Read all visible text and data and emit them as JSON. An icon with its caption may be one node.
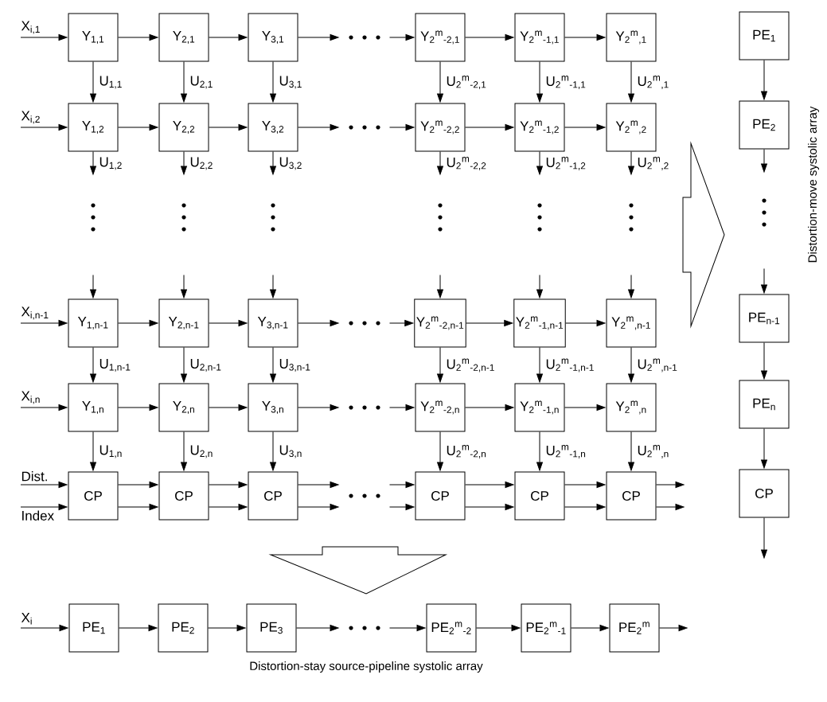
{
  "diagram": {
    "nodes": [
      {
        "text": [
          "X$_{i,1}$"
        ]
      },
      {
        "text": [
          "Y$_{1,1}$"
        ]
      },
      {
        "text": [
          "Y$_{2,1}$"
        ]
      },
      {
        "text": [
          "Y$_{3,1}$"
        ]
      },
      {
        "text": [
          "Y$_{2}$$^{m}$$_{-2,1}$"
        ]
      },
      {
        "text": [
          "Y$_{2}$$^{m}$$_{-1,1}$"
        ]
      },
      {
        "text": [
          "Y$_{2}$$^{m}$$_{,1}$"
        ]
      },
      {
        "text": [
          "X$_{i,2}$"
        ]
      },
      {
        "text": [
          "Y$_{1,2}$"
        ]
      },
      {
        "text": [
          "Y$_{2,2}$"
        ]
      },
      {
        "text": [
          "Y$_{3,2}$"
        ]
      },
      {
        "text": [
          "Y$_{2}$$^{m}$$_{-2,2}$"
        ]
      },
      {
        "text": [
          "Y$_{2}$$^{m}$$_{-1,2}$"
        ]
      },
      {
        "text": [
          "Y$_{2}$$^{m}$$_{,2}$"
        ]
      },
      {
        "text": [
          "X$_{i,n-1}$"
        ]
      },
      {
        "text": [
          "Y$_{1,n-1}$"
        ]
      },
      {
        "text": [
          "Y$_{2,n-1}$"
        ]
      },
      {
        "text": [
          "Y$_{3,n-1}$"
        ]
      },
      {
        "text": [
          "Y$_{2}$$^{m}$$_{-2,n-1}$"
        ]
      },
      {
        "text": [
          "Y$_{2}$$^{m}$$_{-1,n-1}$"
        ]
      },
      {
        "text": [
          "Y$_{2}$$^{m}$$_{,n-1}$"
        ]
      },
      {
        "text": [
          "X$_{i,n}$"
        ]
      },
      {
        "text": [
          "Y$_{1,n}$"
        ]
      },
      {
        "text": [
          "Y$_{2,n}$"
        ]
      },
      {
        "text": [
          "Y$_{3,n}$"
        ]
      },
      {
        "text": [
          "Y$_{2}$$^{m}$$_{-2,n}$"
        ]
      },
      {
        "text": [
          "Y$_{2}$$^{m}$$_{-1,n}$"
        ]
      },
      {
        "text": [
          "Y$_{2}$$^{m}$$_{,n}$"
        ]
      },
      {
        "text": [
          "Dist."
        ]
      },
      {
        "text": [
          "Index"
        ]
      },
      {
        "text": [
          "CP"
        ]
      },
      {
        "text": [
          "CP"
        ]
      },
      {
        "text": [
          "CP"
        ]
      },
      {
        "text": [
          "CP"
        ]
      },
      {
        "text": [
          "CP"
        ]
      },
      {
        "text": [
          "CP"
        ]
      },
      {
        "text": [
          "PE$_{1}$"
        ]
      },
      {
        "text": [
          "PE$_{2}$"
        ]
      },
      {
        "text": [
          "PE$_{n-1}$"
        ]
      },
      {
        "text": [
          "PE$_{n}$"
        ]
      },
      {
        "text": [
          "CP"
        ]
      },
      {
        "text": [
          "X$_{i}$"
        ]
      },
      {
        "text": [
          "PE$_{1}$"
        ]
      },
      {
        "text": [
          "PE$_{2}$"
        ]
      },
      {
        "text": [
          "PE$_{3}$"
        ]
      },
      {
        "text": [
          "PE$_{2}$$^{m}$$_{-2}$"
        ]
      },
      {
        "text": [
          "PE$_{2}$$^{m}$$_{-1}$"
        ]
      },
      {
        "text": [
          "PE$_{2}$$^{m}$"
        ]
      },
      {
        "text": [],
        "shape": "dots"
      },
      {
        "text": [],
        "shape": "dots"
      },
      {
        "text": [],
        "shape": "dots"
      },
      {
        "text": [],
        "shape": "dots"
      },
      {
        "text": [],
        "shape": "dots"
      },
      {
        "text": [],
        "shape": "dots"
      }
    ],
    "edges": [
      {
        "from": 0,
        "to": 1,
        "arrow": "to"
      },
      {
        "from": 1,
        "to": 2,
        "arrow": "to"
      },
      {
        "from": 2,
        "to": 3,
        "arrow": "to"
      },
      {
        "from": 3,
        "to": 48,
        "arrow": "to"
      },
      {
        "from": 48,
        "to": 4,
        "arrow": "to"
      },
      {
        "from": 4,
        "to": 5,
        "arrow": "to"
      },
      {
        "from": 5,
        "to": 6,
        "arrow": "to"
      },
      {
        "from": 7,
        "to": 8,
        "arrow": "to"
      },
      {
        "from": 8,
        "to": 9,
        "arrow": "to"
      },
      {
        "from": 9,
        "to": 10,
        "arrow": "to"
      },
      {
        "from": 10,
        "to": 49,
        "arrow": "to"
      },
      {
        "from": 49,
        "to": 11,
        "arrow": "to"
      },
      {
        "from": 11,
        "to": 12,
        "arrow": "to"
      },
      {
        "from": 12,
        "to": 13,
        "arrow": "to"
      },
      {
        "from": 14,
        "to": 15,
        "arrow": "to"
      },
      {
        "from": 15,
        "to": 16,
        "arrow": "to"
      },
      {
        "from": 16,
        "to": 17,
        "arrow": "to"
      },
      {
        "from": 17,
        "to": 50,
        "arrow": "to"
      },
      {
        "from": 50,
        "to": 18,
        "arrow": "to"
      },
      {
        "from": 18,
        "to": 19,
        "arrow": "to"
      },
      {
        "from": 19,
        "to": 20,
        "arrow": "to"
      },
      {
        "from": 21,
        "to": 22,
        "arrow": "to"
      },
      {
        "from": 22,
        "to": 23,
        "arrow": "to"
      },
      {
        "from": 23,
        "to": 24,
        "arrow": "to"
      },
      {
        "from": 24,
        "to": 51,
        "arrow": "to"
      },
      {
        "from": 51,
        "to": 25,
        "arrow": "to"
      },
      {
        "from": 25,
        "to": 26,
        "arrow": "to"
      },
      {
        "from": 26,
        "to": 27,
        "arrow": "to"
      },
      {
        "from": 1,
        "to": 8,
        "arrow": "to",
        "label": "U$_{1,1}$"
      },
      {
        "from": 2,
        "to": 9,
        "arrow": "to",
        "label": "U$_{2,1}$"
      },
      {
        "from": 3,
        "to": 10,
        "arrow": "to",
        "label": "U$_{3,1}$"
      },
      {
        "from": 4,
        "to": 11,
        "arrow": "to",
        "label": "U$_{2}$$^{m}$$_{-2,1}$"
      },
      {
        "from": 5,
        "to": 12,
        "arrow": "to",
        "label": "U$_{2}$$^{m}$$_{-1,1}$"
      },
      {
        "from": 6,
        "to": 13,
        "arrow": "to",
        "label": "U$_{2}$$^{m}$$_{,1}$"
      },
      {
        "from": 8,
        "to": null,
        "arrow": "to",
        "label": "U$_{1,2}$"
      },
      {
        "from": 9,
        "to": null,
        "arrow": "to",
        "label": "U$_{2,2}$"
      },
      {
        "from": 10,
        "to": null,
        "arrow": "to",
        "label": "U$_{3,2}$"
      },
      {
        "from": 11,
        "to": null,
        "arrow": "to",
        "label": "U$_{2}$$^{m}$$_{-2,2}$"
      },
      {
        "from": 12,
        "to": null,
        "arrow": "to",
        "label": "U$_{2}$$^{m}$$_{-1,2}$"
      },
      {
        "from": 13,
        "to": null,
        "arrow": "to",
        "label": "U$_{2}$$^{m}$$_{,2}$"
      },
      {
        "from": null,
        "to": 15,
        "arrow": "to"
      },
      {
        "from": null,
        "to": 16,
        "arrow": "to"
      },
      {
        "from": null,
        "to": 17,
        "arrow": "to"
      },
      {
        "from": null,
        "to": 18,
        "arrow": "to"
      },
      {
        "from": null,
        "to": 19,
        "arrow": "to"
      },
      {
        "from": null,
        "to": 20,
        "arrow": "to"
      },
      {
        "from": 15,
        "to": 22,
        "arrow": "to",
        "label": "U$_{1,n-1}$"
      },
      {
        "from": 16,
        "to": 23,
        "arrow": "to",
        "label": "U$_{2,n-1}$"
      },
      {
        "from": 17,
        "to": 24,
        "arrow": "to",
        "label": "U$_{3,n-1}$"
      },
      {
        "from": 18,
        "to": 25,
        "arrow": "to",
        "label": "U$_{2}$$^{m}$$_{-2,n-1}$"
      },
      {
        "from": 19,
        "to": 26,
        "arrow": "to",
        "label": "U$_{2}$$^{m}$$_{-1,n-1}$"
      },
      {
        "from": 20,
        "to": 27,
        "arrow": "to",
        "label": "U$_{2}$$^{m}$$_{,n-1}$"
      },
      {
        "from": 22,
        "to": 30,
        "arrow": "to",
        "label": "U$_{1,n}$"
      },
      {
        "from": 23,
        "to": 31,
        "arrow": "to",
        "label": "U$_{2,n}$"
      },
      {
        "from": 24,
        "to": 32,
        "arrow": "to",
        "label": "U$_{3,n}$"
      },
      {
        "from": 25,
        "to": 33,
        "arrow": "to",
        "label": "U$_{2}$$^{m}$$_{-2,n}$"
      },
      {
        "from": 26,
        "to": 34,
        "arrow": "to",
        "label": "U$_{2}$$^{m}$$_{-1,n}$"
      },
      {
        "from": 27,
        "to": 35,
        "arrow": "to",
        "label": "U$_{2}$$^{m}$$_{,n}$"
      },
      {
        "from": 28,
        "to": 30,
        "arrow": "to"
      },
      {
        "from": 29,
        "to": 30,
        "arrow": "to"
      },
      {
        "from": 30,
        "to": 31,
        "arrow": "to"
      },
      {
        "from": 30,
        "to": 31,
        "arrow": "to"
      },
      {
        "from": 31,
        "to": 32,
        "arrow": "to"
      },
      {
        "from": 31,
        "to": 32,
        "arrow": "to"
      },
      {
        "from": 32,
        "to": 52,
        "arrow": "to"
      },
      {
        "from": 32,
        "to": 52,
        "arrow": "to"
      },
      {
        "from": 52,
        "to": 33,
        "arrow": "to"
      },
      {
        "from": 52,
        "to": 33,
        "arrow": "to"
      },
      {
        "from": 33,
        "to": 34,
        "arrow": "to"
      },
      {
        "from": 33,
        "to": 34,
        "arrow": "to"
      },
      {
        "from": 34,
        "to": 35,
        "arrow": "to"
      },
      {
        "from": 34,
        "to": 35,
        "arrow": "to"
      },
      {
        "from": 35,
        "to": null,
        "arrow": "to"
      },
      {
        "from": 35,
        "to": null,
        "arrow": "to"
      },
      {
        "from": 36,
        "to": 37,
        "arrow": "to"
      },
      {
        "from": 37,
        "to": null,
        "arrow": "to"
      },
      {
        "from": null,
        "to": 38,
        "arrow": "to"
      },
      {
        "from": 38,
        "to": 39,
        "arrow": "to"
      },
      {
        "from": 39,
        "to": 40,
        "arrow": "to"
      },
      {
        "from": 40,
        "to": null,
        "arrow": "to"
      },
      {
        "from": 41,
        "to": 42,
        "arrow": "to"
      },
      {
        "from": 42,
        "to": 43,
        "arrow": "to"
      },
      {
        "from": 43,
        "to": 44,
        "arrow": "to"
      },
      {
        "from": 44,
        "to": 53,
        "arrow": "to"
      },
      {
        "from": 53,
        "to": 45,
        "arrow": "to"
      },
      {
        "from": 45,
        "to": 46,
        "arrow": "to"
      },
      {
        "from": 46,
        "to": 47,
        "arrow": "to"
      },
      {
        "from": 47,
        "to": null,
        "arrow": "to"
      }
    ],
    "labels": [
      "Distortion-move systolic array",
      "Distortion-stay source-pipeline systolic array"
    ]
  }
}
